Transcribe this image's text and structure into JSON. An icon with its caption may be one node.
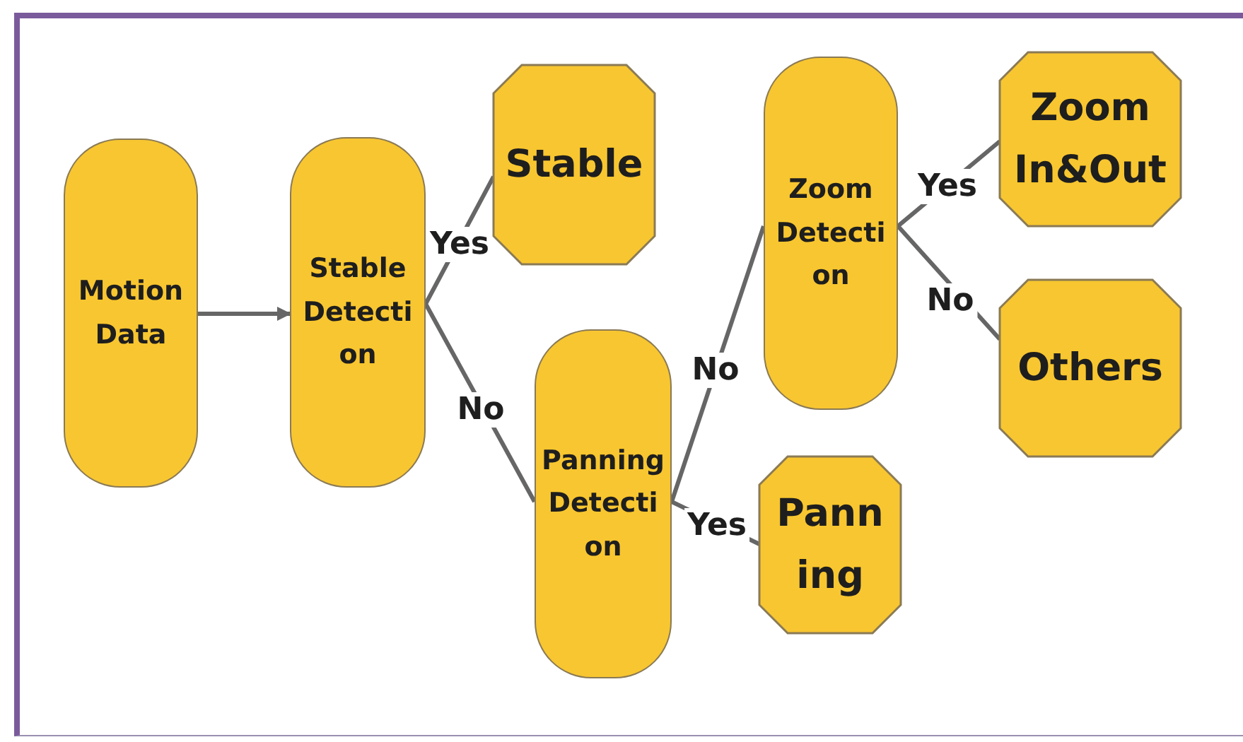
{
  "diagram": {
    "nodes": [
      {
        "text": [
          "Motion Data"
        ]
      },
      {
        "text": [
          "Stable Detection"
        ]
      },
      {
        "text": [
          "Stable"
        ]
      },
      {
        "text": [
          "Panning Detection"
        ]
      },
      {
        "text": [
          "Panning"
        ]
      },
      {
        "text": [
          "Zoom Detection"
        ]
      },
      {
        "text": [
          "Zoom In&Out"
        ]
      },
      {
        "text": [
          "Others"
        ]
      }
    ],
    "edges": [
      {
        "from": 0,
        "to": 1,
        "arrow": "to"
      },
      {
        "from": 1,
        "to": 2,
        "arrow": "none",
        "label": "Yes"
      },
      {
        "from": 1,
        "to": 3,
        "arrow": "none",
        "label": "No"
      },
      {
        "from": 3,
        "to": 5,
        "arrow": "none",
        "label": "No"
      },
      {
        "from": 3,
        "to": 4,
        "arrow": "none",
        "label": "Yes"
      },
      {
        "from": 5,
        "to": 6,
        "arrow": "none",
        "label": "Yes"
      },
      {
        "from": 5,
        "to": 7,
        "arrow": "none",
        "label": "No"
      }
    ]
  }
}
